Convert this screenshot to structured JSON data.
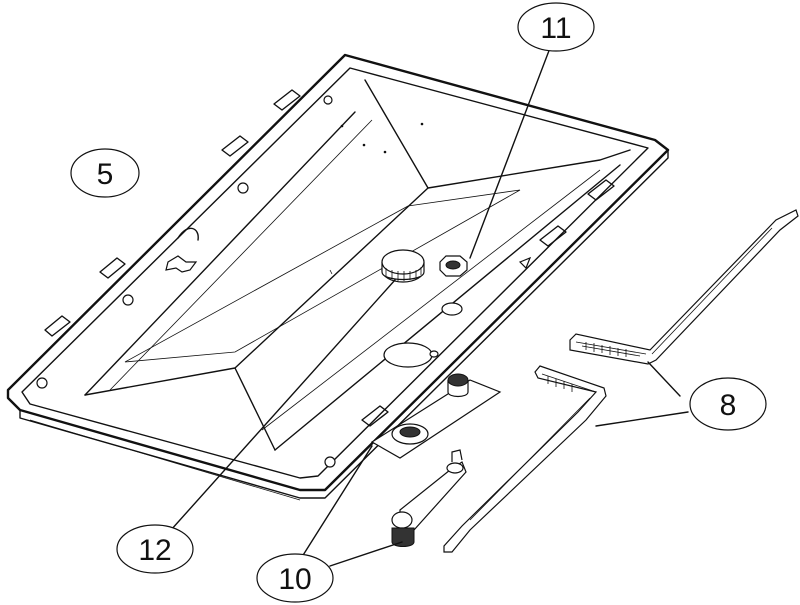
{
  "callouts": {
    "c5": {
      "label": "5"
    },
    "c8": {
      "label": "8"
    },
    "c10": {
      "label": "10"
    },
    "c11": {
      "label": "11"
    },
    "c12": {
      "label": "12"
    }
  }
}
